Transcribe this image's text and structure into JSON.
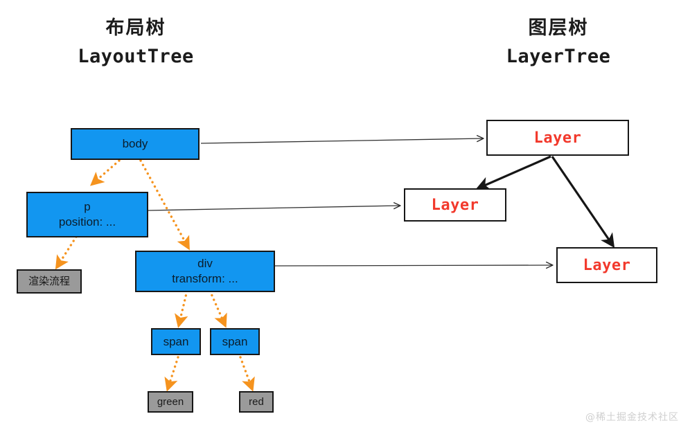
{
  "diagram": {
    "background": "#ffffff",
    "colors": {
      "node_blue": "#1296f0",
      "node_gray": "#9a9a9a",
      "layer_text_red": "#f2392c",
      "dotted_arrow_orange": "#f5931e",
      "solid_arrow_black": "#161616",
      "thin_connector": "#333333",
      "watermark_gray": "#cfcfcf"
    }
  },
  "titles": {
    "left": {
      "cn": "布局树",
      "en": "LayoutTree"
    },
    "right": {
      "cn": "图层树",
      "en": "LayerTree"
    }
  },
  "layout_tree": {
    "nodes": [
      {
        "id": "body",
        "lines": [
          "body"
        ],
        "kind": "blue"
      },
      {
        "id": "p",
        "lines": [
          "p",
          "position: ..."
        ],
        "kind": "blue"
      },
      {
        "id": "div",
        "lines": [
          "div",
          "transform: ..."
        ],
        "kind": "blue"
      },
      {
        "id": "render-flow",
        "lines": [
          "渲染流程"
        ],
        "kind": "gray"
      },
      {
        "id": "span-left",
        "lines": [
          "span"
        ],
        "kind": "blue"
      },
      {
        "id": "span-right",
        "lines": [
          "span"
        ],
        "kind": "blue"
      },
      {
        "id": "green",
        "lines": [
          "green"
        ],
        "kind": "gray"
      },
      {
        "id": "red",
        "lines": [
          "red"
        ],
        "kind": "gray"
      }
    ]
  },
  "layer_tree": {
    "nodes": [
      {
        "id": "layer-top",
        "label": "Layer"
      },
      {
        "id": "layer-middle",
        "label": "Layer"
      },
      {
        "id": "layer-bottom",
        "label": "Layer"
      }
    ]
  },
  "edges": {
    "dotted_orange": [
      {
        "from": "body",
        "to": "p"
      },
      {
        "from": "body",
        "to": "div"
      },
      {
        "from": "p",
        "to": "render-flow"
      },
      {
        "from": "div",
        "to": "span-left"
      },
      {
        "from": "div",
        "to": "span-right"
      },
      {
        "from": "span-left",
        "to": "green"
      },
      {
        "from": "span-right",
        "to": "red"
      }
    ],
    "thin_connectors": [
      {
        "from": "body",
        "to": "layer-top"
      },
      {
        "from": "p",
        "to": "layer-middle"
      },
      {
        "from": "div",
        "to": "layer-bottom"
      }
    ],
    "solid_black": [
      {
        "from": "layer-top",
        "to": "layer-middle"
      },
      {
        "from": "layer-top",
        "to": "layer-bottom"
      }
    ]
  },
  "watermark": {
    "text": "@稀土掘金技术社区"
  }
}
